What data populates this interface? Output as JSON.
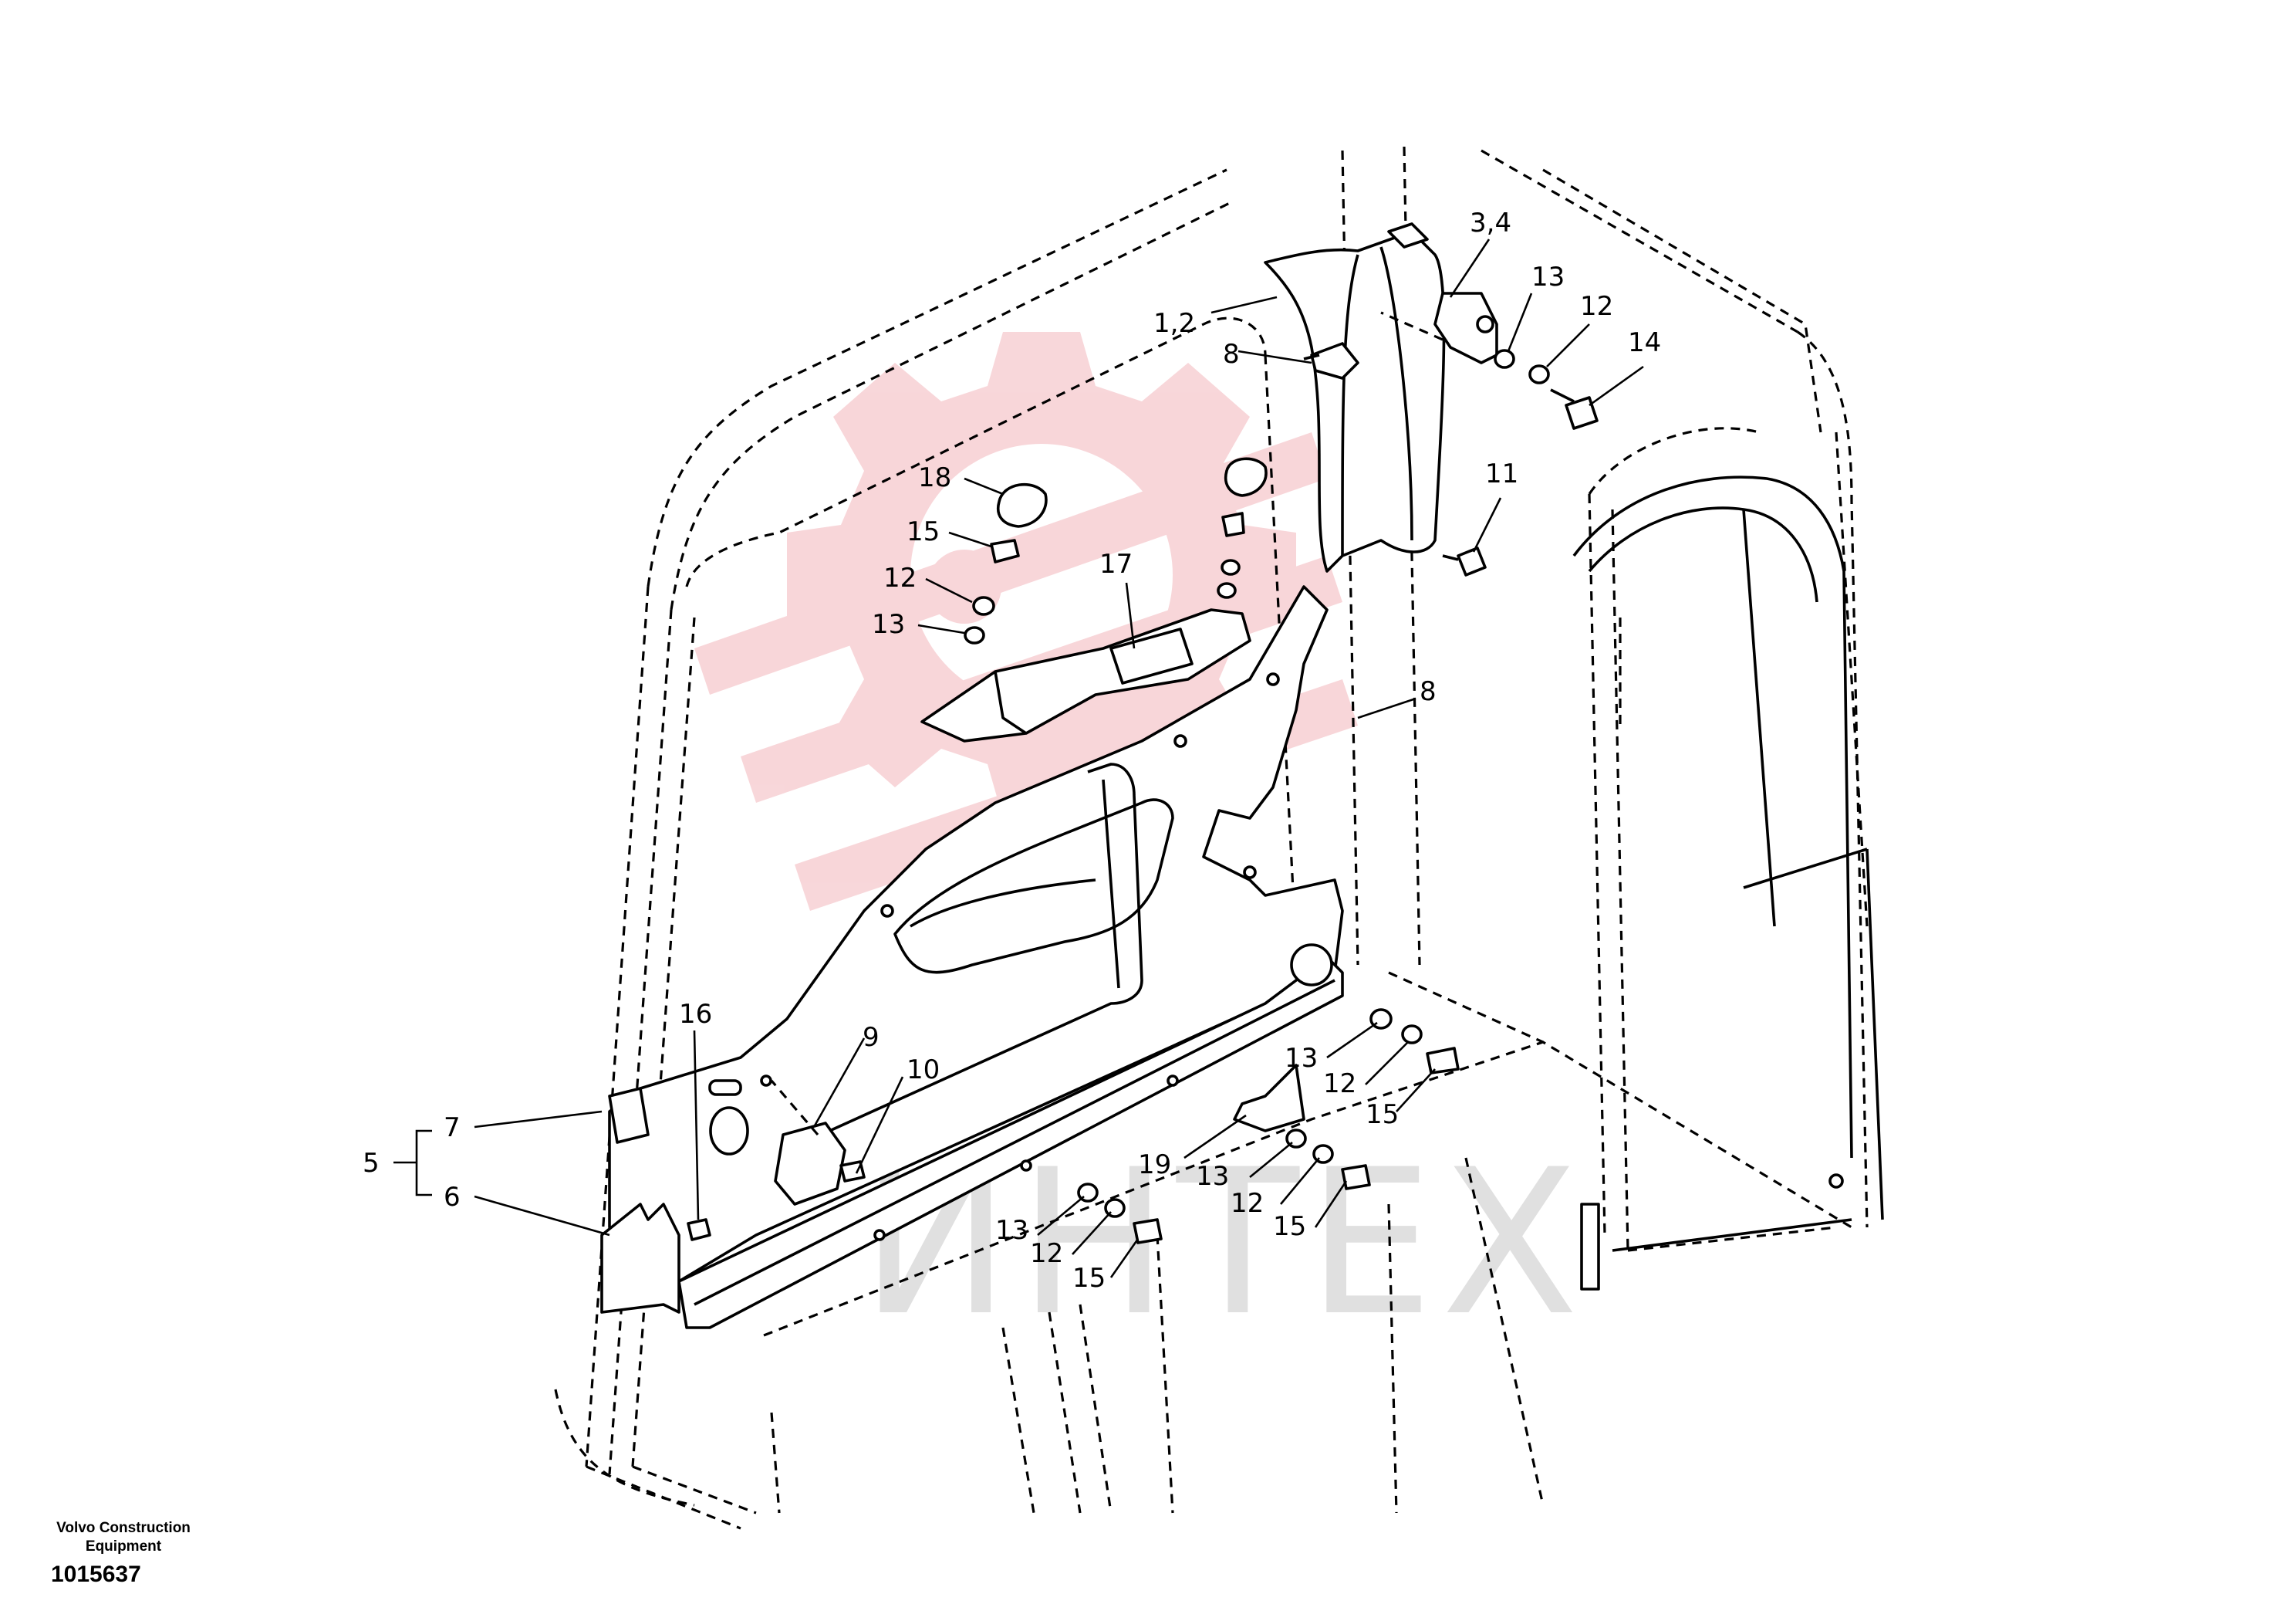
{
  "callouts": {
    "c_1_2": "1,2",
    "c_3_4": "3,4",
    "c_5": "5",
    "c_6": "6",
    "c_7": "7",
    "c_8a": "8",
    "c_8b": "8",
    "c_9": "9",
    "c_10": "10",
    "c_11": "11",
    "c_12a": "12",
    "c_12b": "12",
    "c_12c": "12",
    "c_12d": "12",
    "c_12e": "12",
    "c_13a": "13",
    "c_13b": "13",
    "c_13c": "13",
    "c_13d": "13",
    "c_13e": "13",
    "c_14": "14",
    "c_15a": "15",
    "c_15b": "15",
    "c_15c": "15",
    "c_15d": "15",
    "c_16": "16",
    "c_17": "17",
    "c_18": "18",
    "c_19": "19"
  },
  "footer": {
    "brand_line1": "Volvo Construction",
    "brand_line2": "Equipment",
    "doc_number": "1015637"
  },
  "watermark": {
    "text": "ИНТЕХ",
    "logo_color": "#f4b6bb",
    "text_color": "#cfcfcf"
  }
}
